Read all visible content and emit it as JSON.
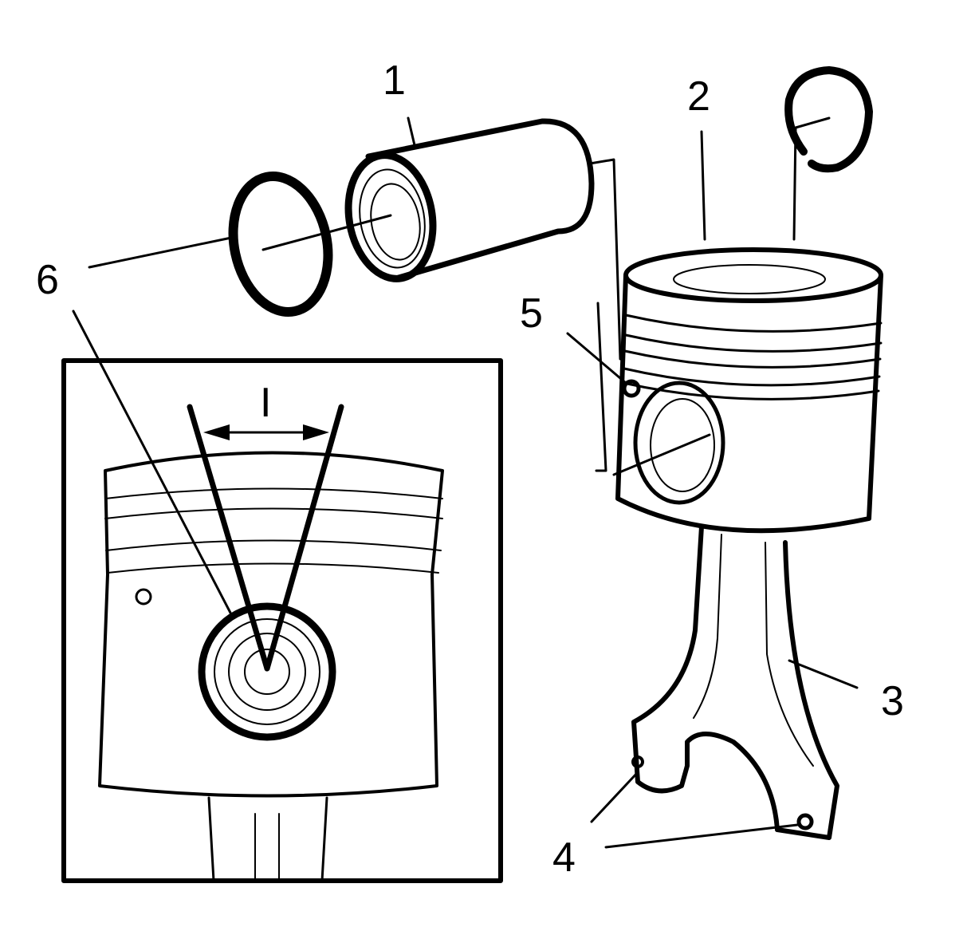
{
  "labels": {
    "pin": "1",
    "piston": "2",
    "rod": "3",
    "rod_marks": "4",
    "piston_mark": "5",
    "retaining_ring": "6",
    "detail_dimension": "I"
  },
  "colors": {
    "line": "#000000",
    "background": "#ffffff"
  }
}
